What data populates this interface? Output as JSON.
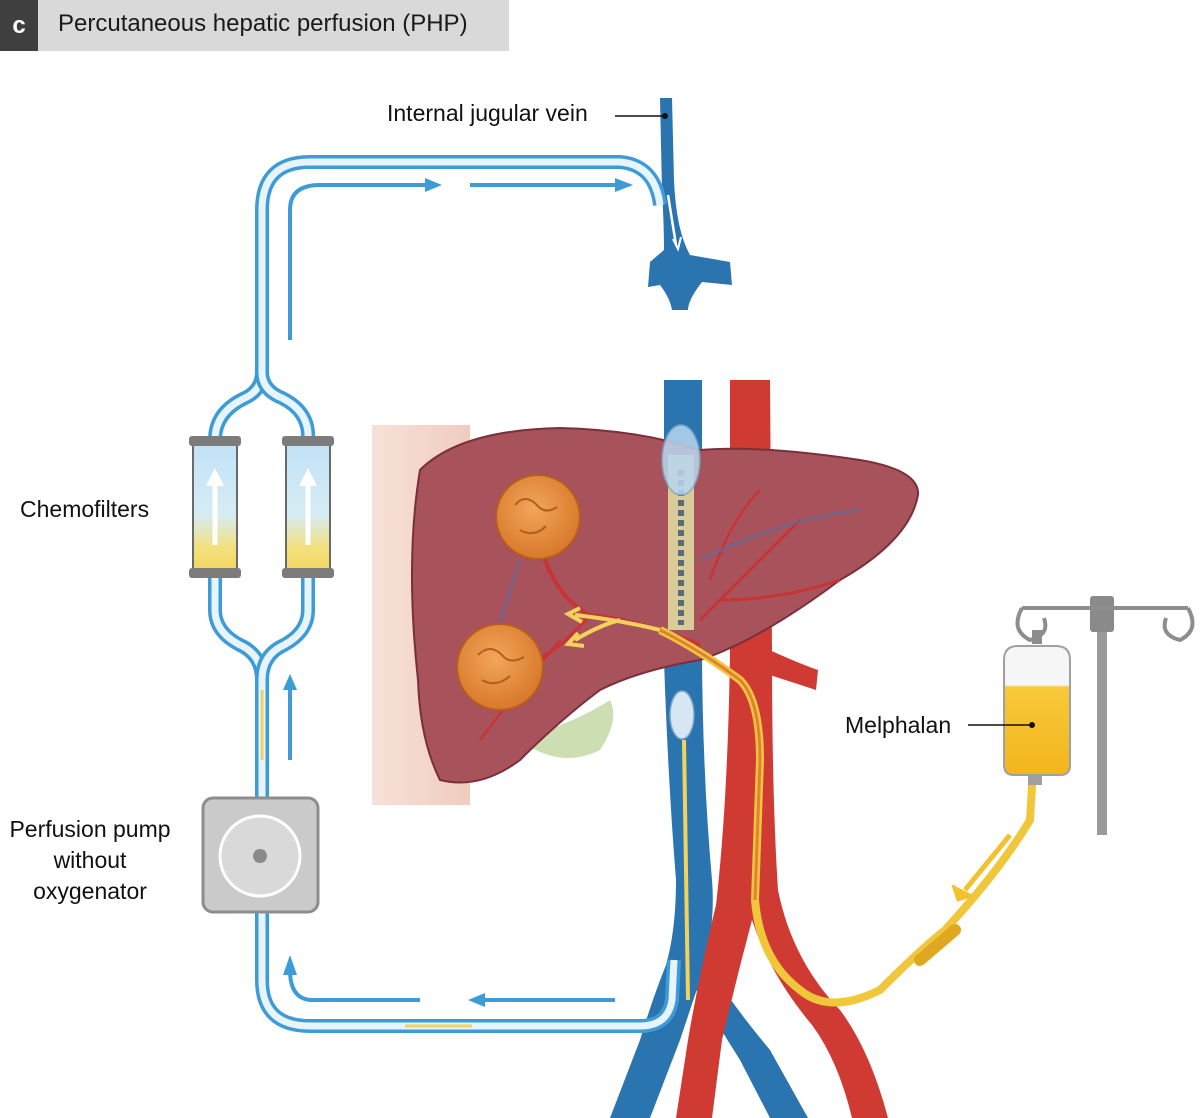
{
  "header": {
    "panel_letter": "c",
    "title": "Percutaneous hepatic perfusion (PHP)"
  },
  "labels": {
    "internal_jugular_vein": "Internal jugular vein",
    "chemofilters": "Chemofilters",
    "melphalan": "Melphalan",
    "perfusion_pump_line1": "Perfusion pump",
    "perfusion_pump_line2": "without",
    "perfusion_pump_line3": "oxygenator"
  },
  "colors": {
    "vein_blue": "#2a74b0",
    "tube_blue": "#3d9bd8",
    "artery_red": "#cf3b33",
    "liver": "#a8525c",
    "tumor": "#e4923f",
    "drug_yellow": "#f2c12e",
    "pump_gray": "#c9c9c9"
  }
}
